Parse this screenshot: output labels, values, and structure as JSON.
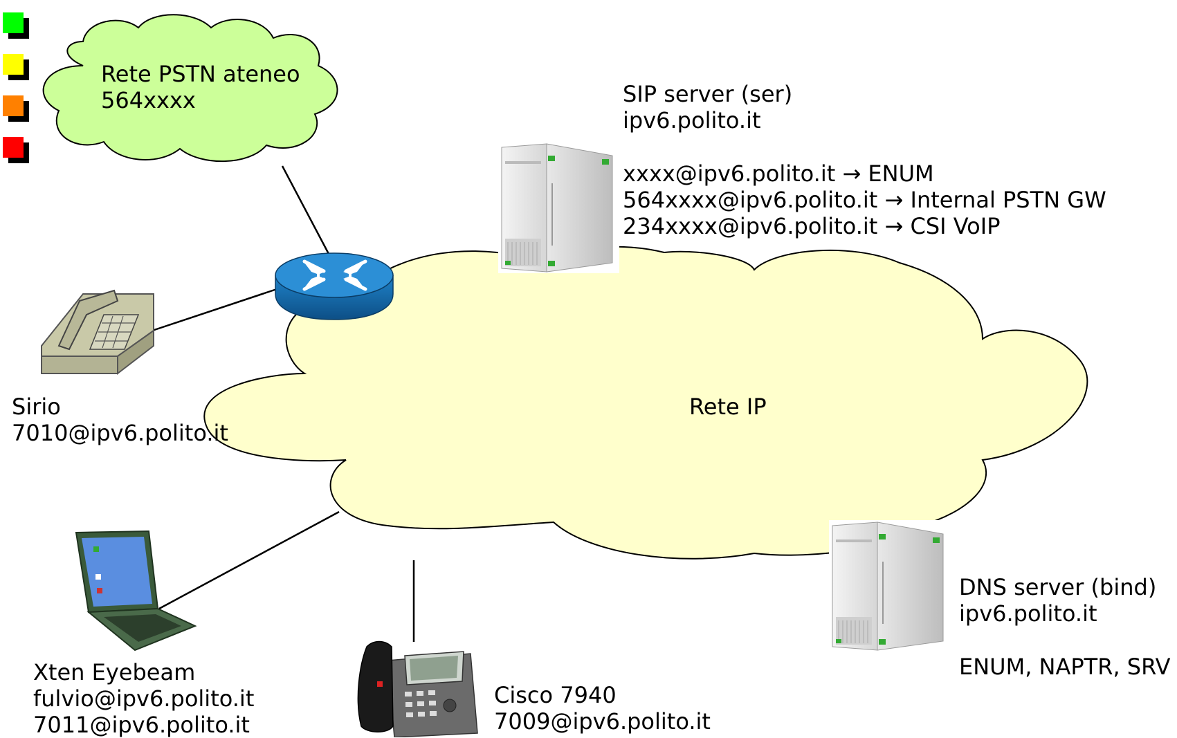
{
  "legend_squares": [
    {
      "name": "green-square",
      "color": "#00ff00"
    },
    {
      "name": "yellow-square",
      "color": "#ffff00"
    },
    {
      "name": "orange-square",
      "color": "#ff8000"
    },
    {
      "name": "red-square",
      "color": "#ff0000"
    }
  ],
  "colors": {
    "pstn_cloud": "#ccff99",
    "ip_cloud": "#ffffcc",
    "router": "#1a73b5",
    "line": "#000000"
  },
  "pstn_cloud": {
    "title": "Rete PSTN ateneo",
    "number": "564xxxx"
  },
  "ip_cloud": {
    "title": "Rete IP"
  },
  "sip_server": {
    "title": "SIP server (ser)",
    "domain": "ipv6.polito.it",
    "rules": [
      "xxxx@ipv6.polito.it → ENUM",
      "564xxxx@ipv6.polito.it → Internal PSTN GW",
      "234xxxx@ipv6.polito.it → CSI VoIP"
    ]
  },
  "sirio": {
    "name": "Sirio",
    "address": "7010@ipv6.polito.it"
  },
  "xten": {
    "name": "Xten Eyebeam",
    "address1": "fulvio@ipv6.polito.it",
    "address2": "7011@ipv6.polito.it"
  },
  "cisco": {
    "name": "Cisco 7940",
    "address": "7009@ipv6.polito.it"
  },
  "dns_server": {
    "title": "DNS server (bind)",
    "domain": "ipv6.polito.it",
    "records": "ENUM, NAPTR, SRV"
  },
  "icons": [
    "router-icon",
    "server-icon",
    "analog-phone-icon",
    "laptop-icon",
    "ip-phone-icon"
  ]
}
